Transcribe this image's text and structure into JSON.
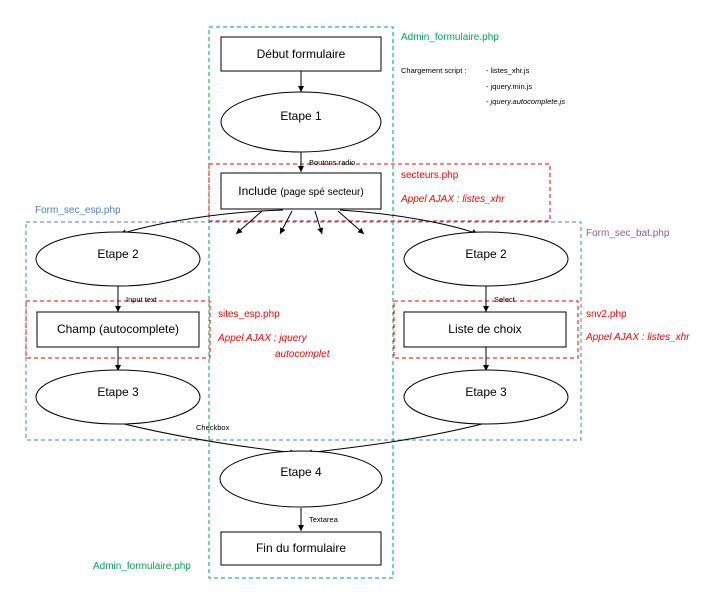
{
  "colors": {
    "green": "#00a650",
    "red": "#ff0000",
    "blue": "#4f81bd",
    "purple": "#8064a2",
    "stroke": "#000000"
  },
  "nodes": {
    "debut": "Début formulaire",
    "etape1": "Etape 1",
    "include_main": "Include",
    "include_small": "(page spé secteur)",
    "etape2_left": "Etape 2",
    "etape2_right": "Etape 2",
    "champ": "Champ (autocomplete)",
    "liste": "Liste de choix",
    "etape3_left": "Etape 3",
    "etape3_right": "Etape 3",
    "etape4": "Etape 4",
    "fin": "Fin du formulaire"
  },
  "edge_labels": {
    "boutons_radio": "Boutons  radio",
    "input_text": "Input text",
    "select": "Select",
    "checkbox": "Checkbox",
    "textarea": "Textarea"
  },
  "regions": {
    "admin_top": "Admin_formulaire.php",
    "admin_bottom": "Admin_formulaire.php",
    "secteurs": "secteurs.php",
    "form_sec_esp": "Form_sec_esp.php",
    "form_sec_bat": "Form_sec_bat.php",
    "sites_esp": "sites_esp.php",
    "snv2": "snv2.php"
  },
  "ajax": {
    "secteurs": "Appel AJAX : listes_xhr",
    "sites_esp_line1": "Appel AJAX : jquery",
    "sites_esp_line2": "autocomplet",
    "snv2": "Appel AJAX : listes_xhr"
  },
  "scripts": {
    "heading": "Chargement script :",
    "items": [
      "- listes_xhr.js",
      "- jquery.min.js",
      "- jquery.autocomplete.js"
    ]
  }
}
